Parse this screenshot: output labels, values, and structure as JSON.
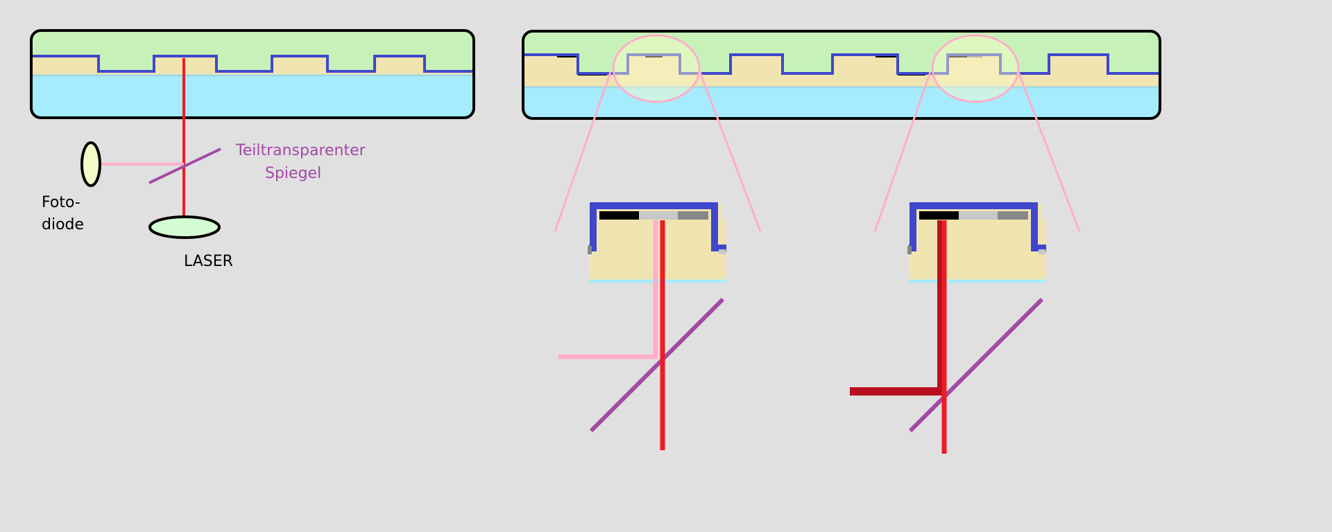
{
  "labels": {
    "mirror_line1": "Teiltransparenter",
    "mirror_line2": "Spiegel",
    "photodiode_line1": "Foto-",
    "photodiode_line2": "diode",
    "laser": "LASER"
  },
  "colors": {
    "background": "#e0e0e0",
    "protective_layer": "#c6f2ba",
    "polycarbonate": "#f0e4b0",
    "substrate": "#a7ecfc",
    "reflective_track": "#3f47cc",
    "laser_beam": "#ed1c24",
    "reflected_beam": "#ffaec9",
    "strong_reflection": "#b80f1e",
    "mirror": "#a349a4",
    "lens_fill": "#f4fbc8",
    "laser_fill": "#d4fcd4",
    "mirror_label": "#a349a4",
    "text": "#000000"
  },
  "icons": {
    "photodiode": "ellipse-photodiode",
    "laser_source": "ellipse-laser"
  }
}
